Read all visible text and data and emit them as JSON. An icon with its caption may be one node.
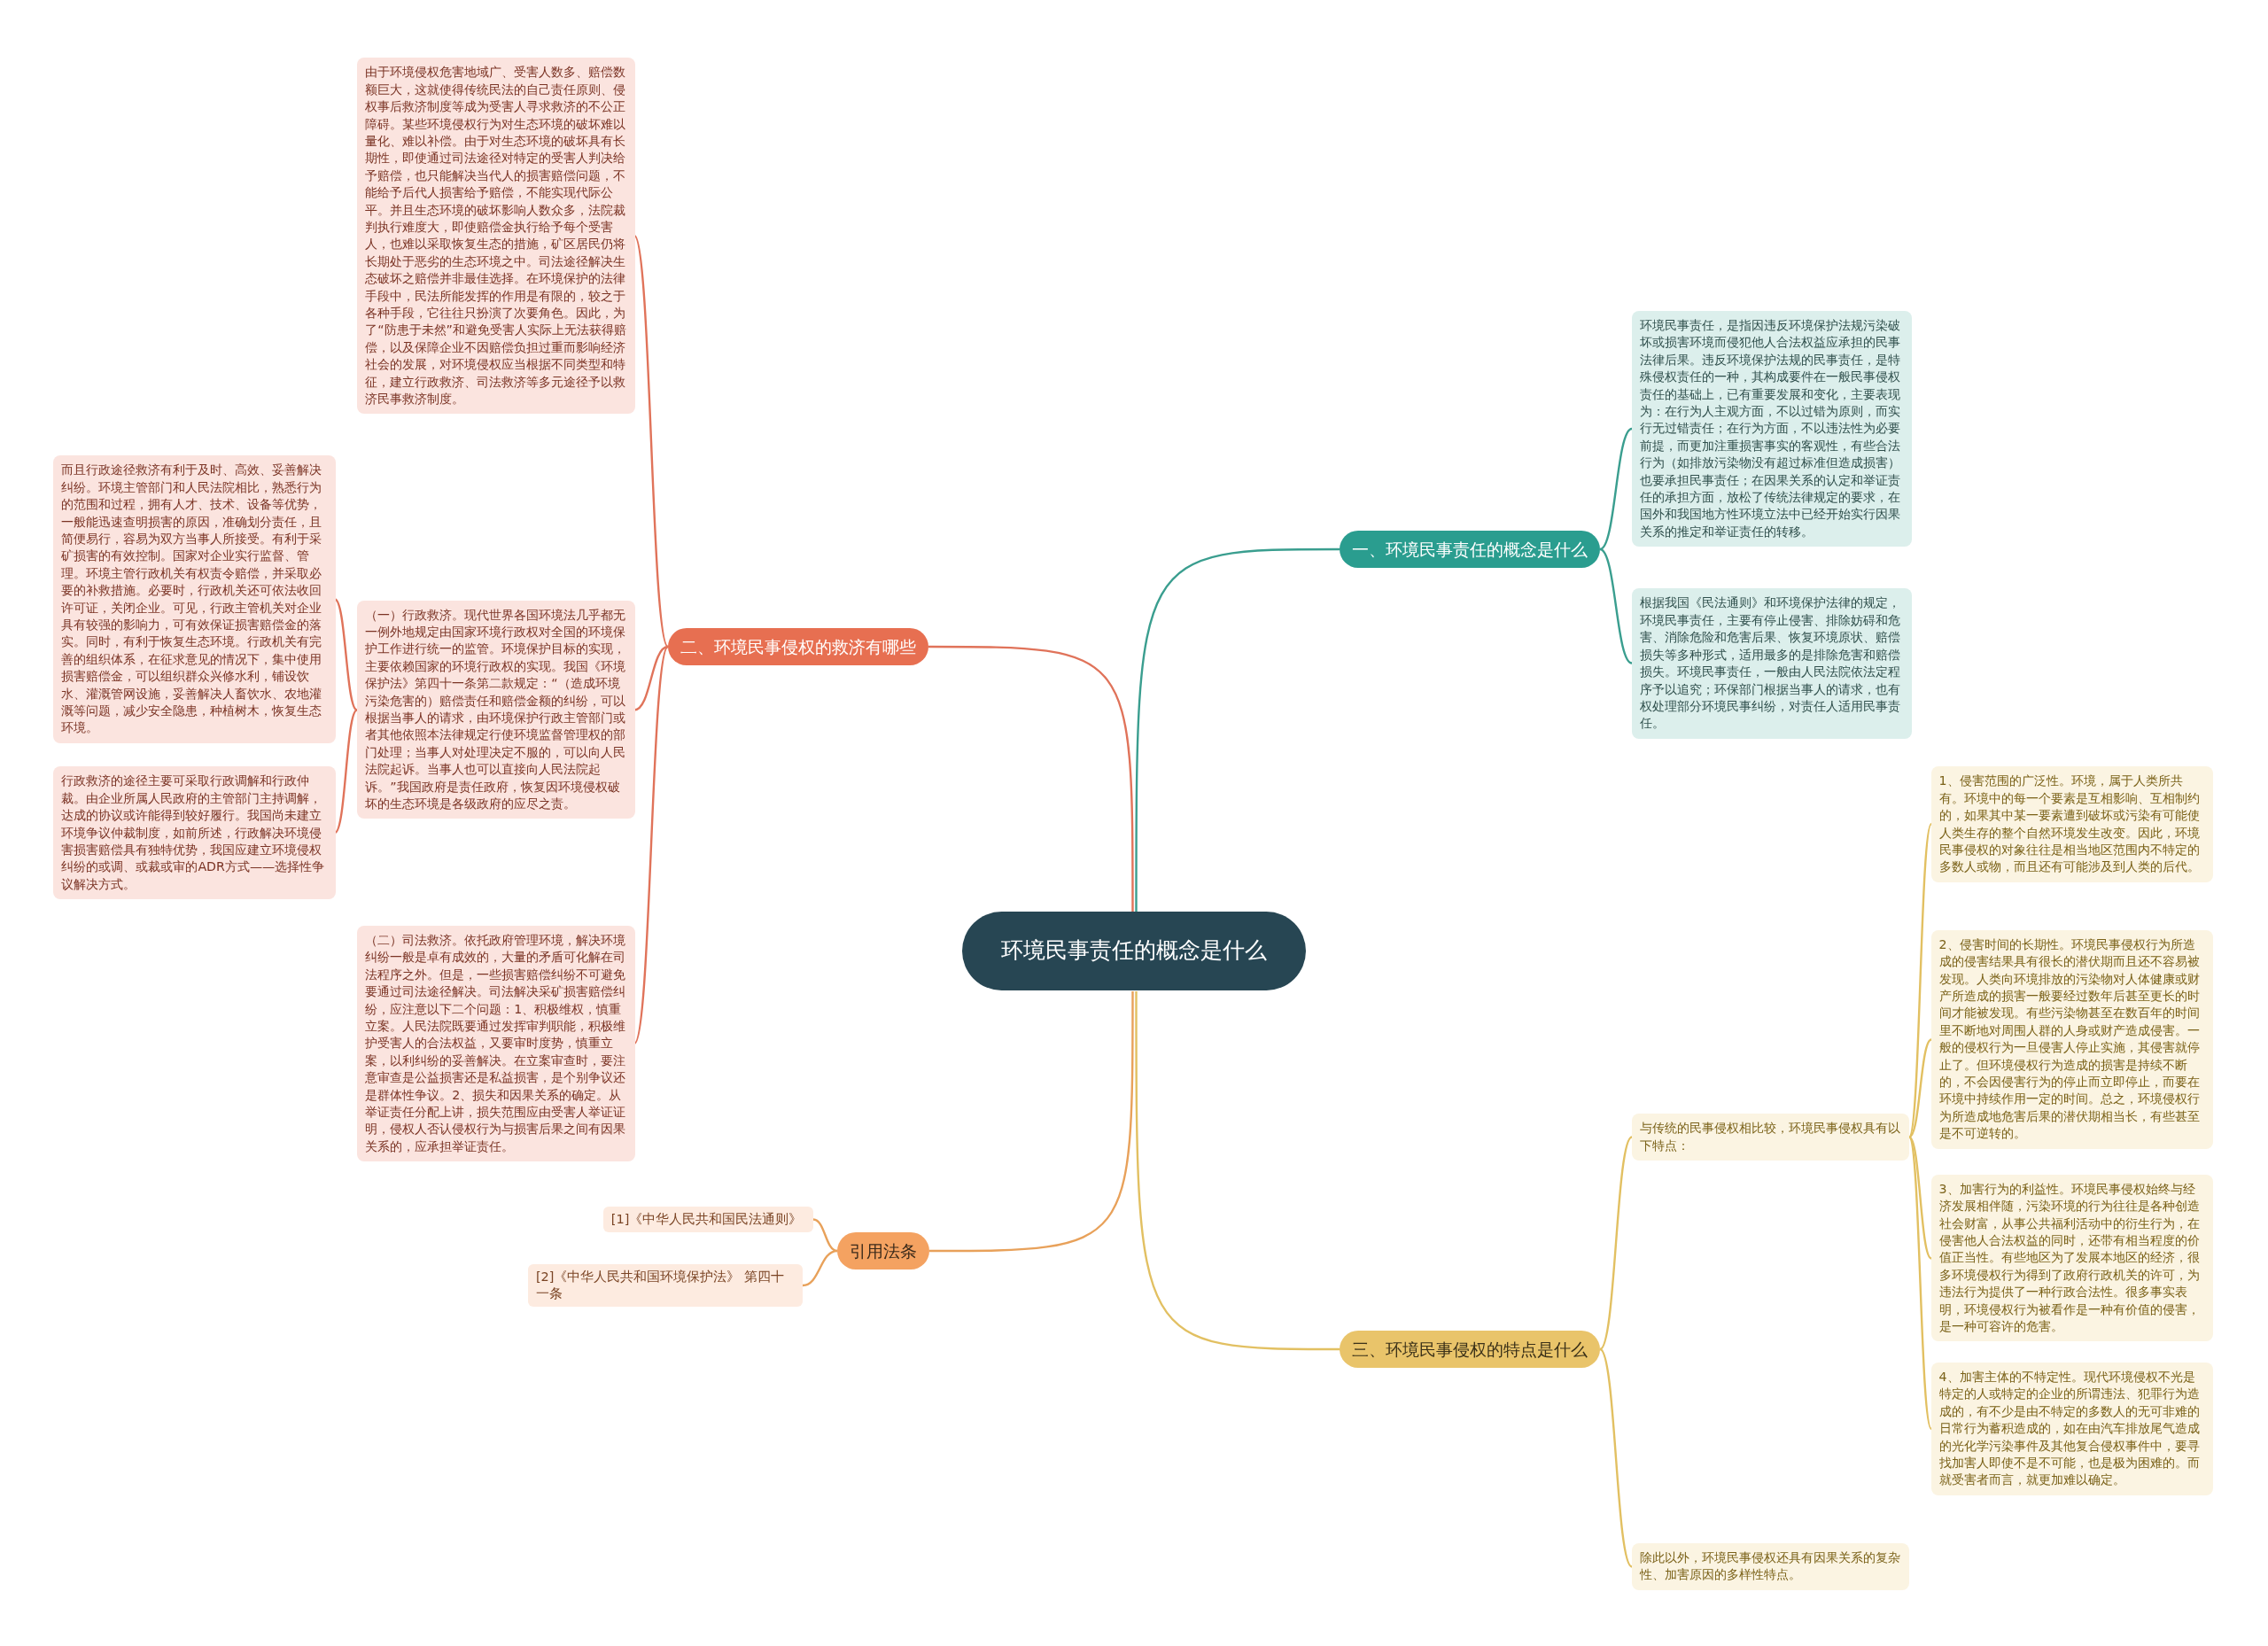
{
  "diagram": {
    "nodes": [
      {
        "text": [
          "环境民事责任的概念是什么"
        ]
      },
      {
        "text": [
          "一、环境民事责任的概念是什么"
        ]
      },
      {
        "text": [
          "环境民事责任，是指因违反环境保护法规污染破坏或损害环境而侵犯他人合法权益应承担的民事法律后果。违反环境保护法规的民事责任，是特殊侵权责任的一种，其构成要件在一般民事侵权责任的基础上，已有重要发展和变化，主要表现为：在行为人主观方面，不以过错为原则，而实行无过错责任；在行为方面，不以违法性为必要前提，而更加注重损害事实的客观性，有些合法行为（如排放污染物没有超过标准但造成损害）也要承担民事责任；在因果关系的认定和举证责任的承担方面，放松了传统法律规定的要求，在国外和我国地方性环境立法中已经开始实行因果关系的推定和举证责任的转移。"
        ]
      },
      {
        "text": [
          "根据我国《民法通则》和环境保护法律的规定，环境民事责任，主要有停止侵害、排除妨碍和危害、消除危险和危害后果、恢复环境原状、赔偿损失等多种形式，适用最多的是排除危害和赔偿损失。环境民事责任，一般由人民法院依法定程序予以追究；环保部门根据当事人的请求，也有权处理部分环境民事纠纷，对责任人适用民事责任。"
        ]
      },
      {
        "text": [
          "二、环境民事侵权的救济有哪些"
        ]
      },
      {
        "text": [
          "由于环境侵权危害地域广、受害人数多、赔偿数额巨大，这就使得传统民法的自己责任原则、侵权事后救济制度等成为受害人寻求救济的不公正障碍。某些环境侵权行为对生态环境的破坏难以量化、难以补偿。由于对生态环境的破坏具有长期性，即使通过司法途径对特定的受害人判决给予赔偿，也只能解决当代人的损害赔偿问题，不能给予后代人损害给予赔偿，不能实现代际公平。并且生态环境的破坏影响人数众多，法院裁判执行难度大，即使赔偿金执行给予每个受害人，也难以采取恢复生态的措施，矿区居民仍将长期处于恶劣的生态环境之中。司法途径解决生态破坏之赔偿并非最佳选择。在环境保护的法律手段中，民法所能发挥的作用是有限的，较之于各种手段，它往往只扮演了次要角色。因此，为了“防患于未然”和避免受害人实际上无法获得赔偿，以及保障企业不因赔偿负担过重而影响经济社会的发展，对环境侵权应当根据不同类型和特征，建立行政救济、司法救济等多元途径予以救济民事救济制度。"
        ]
      },
      {
        "text": [
          "（一）行政救济。现代世界各国环境法几乎都无一例外地规定由国家环境行政权对全国的环境保护工作进行统一的监管。环境保护目标的实现，主要依赖国家的环境行政权的实现。我国《环境保护法》第四十一条第二款规定：“（造成环境污染危害的）赔偿责任和赔偿金额的纠纷，可以根据当事人的请求，由环境保护行政主管部门或者其他依照本法律规定行使环境监督管理权的部门处理；当事人对处理决定不服的，可以向人民法院起诉。当事人也可以直接向人民法院起诉。”我国政府是责任政府，恢复因环境侵权破坏的生态环境是各级政府的应尽之责。"
        ]
      },
      {
        "text": [
          "而且行政途径救济有利于及时、高效、妥善解决纠纷。环境主管部门和人民法院相比，熟悉行为的范围和过程，拥有人才、技术、设备等优势，一般能迅速查明损害的原因，准确划分责任，且简便易行，容易为双方当事人所接受。有利于采矿损害的有效控制。国家对企业实行监督、管理。环境主管行政机关有权责令赔偿，并采取必要的补救措施。必要时，行政机关还可依法收回许可证，关闭企业。可见，行政主管机关对企业具有较强的影响力，可有效保证损害赔偿金的落实。同时，有利于恢复生态环境。行政机关有完善的组织体系，在征求意见的情况下，集中使用损害赔偿金，可以组织群众兴修水利，铺设饮水、灌溉管网设施，妥善解决人畜饮水、农地灌溉等问题，减少安全隐患，种植树木，恢复生态环境。"
        ]
      },
      {
        "text": [
          "行政救济的途径主要可采取行政调解和行政仲裁。由企业所属人民政府的主管部门主持调解，达成的协议或许能得到较好履行。我国尚未建立环境争议仲裁制度，如前所述，行政解决环境侵害损害赔偿具有独特优势，我国应建立环境侵权纠纷的或调、或裁或审的ADR方式——选择性争议解决方式。"
        ]
      },
      {
        "text": [
          "（二）司法救济。依托政府管理环境，解决环境纠纷一般是卓有成效的，大量的矛盾可化解在司法程序之外。但是，一些损害赔偿纠纷不可避免要通过司法途径解决。司法解决采矿损害赔偿纠纷，应注意以下二个问题：1、积极维权，慎重立案。人民法院既要通过发挥审判职能，积极维护受害人的合法权益，又要审时度势，慎重立案，以利纠纷的妥善解决。在立案审查时，要注意审查是公益损害还是私益损害，是个别争议还是群体性争议。2、损失和因果关系的确定。从举证责任分配上讲，损失范围应由受害人举证证明，侵权人否认侵权行为与损害后果之间有因果关系的，应承担举证责任。"
        ]
      },
      {
        "text": [
          "引用法条"
        ]
      },
      {
        "text": [
          "[1]《中华人民共和国民法通则》"
        ]
      },
      {
        "text": [
          "[2]《中华人民共和国环境保护法》 第四十一条"
        ]
      },
      {
        "text": [
          "三、环境民事侵权的特点是什么"
        ]
      },
      {
        "text": [
          "与传统的民事侵权相比较，环境民事侵权具有以下特点："
        ]
      },
      {
        "text": [
          "1、侵害范围的广泛性。环境，属于人类所共有。环境中的每一个要素是互相影响、互相制约的，如果其中某一要素遭到破坏或污染有可能使人类生存的整个自然环境发生改变。因此，环境民事侵权的对象往往是相当地区范围内不特定的多数人或物，而且还有可能涉及到人类的后代。"
        ]
      },
      {
        "text": [
          "2、侵害时间的长期性。环境民事侵权行为所造成的侵害结果具有很长的潜伏期而且还不容易被发现。人类向环境排放的污染物对人体健康或财产所造成的损害一般要经过数年后甚至更长的时间才能被发现。有些污染物甚至在数百年的时间里不断地对周围人群的人身或财产造成侵害。一般的侵权行为一旦侵害人停止实施，其侵害就停止了。但环境侵权行为造成的损害是持续不断的，不会因侵害行为的停止而立即停止，而要在环境中持续作用一定的时间。总之，环境侵权行为所造成地危害后果的潜伏期相当长，有些甚至是不可逆转的。"
        ]
      },
      {
        "text": [
          "3、加害行为的利益性。环境民事侵权始终与经济发展相伴随，污染环境的行为往往是各种创造社会财富，从事公共福利活动中的衍生行为，在侵害他人合法权益的同时，还带有相当程度的价值正当性。有些地区为了发展本地区的经济，很多环境侵权行为得到了政府行政机关的许可，为违法行为提供了一种行政合法性。很多事实表明，环境侵权行为被看作是一种有价值的侵害，是一种可容许的危害。"
        ]
      },
      {
        "text": [
          "4、加害主体的不特定性。现代环境侵权不光是特定的人或特定的企业的所谓违法、犯罪行为造成的，有不少是由不特定的多数人的无可非难的日常行为蓄积造成的，如在由汽车排放尾气造成的光化学污染事件及其他复合侵权事件中，要寻找加害人即使不是不可能，也是极为困难的。而就受害者而言，就更加难以确定。"
        ]
      },
      {
        "text": [
          "除此以外，环境民事侵权还具有因果关系的复杂性、加害原因的多样性特点。"
        ]
      }
    ],
    "edges": [
      {
        "from": 0,
        "to": 1,
        "arrow": "none",
        "color": "#3a9e8f"
      },
      {
        "from": 1,
        "to": 2,
        "arrow": "none",
        "color": "#3a9e8f"
      },
      {
        "from": 1,
        "to": 3,
        "arrow": "none",
        "color": "#3a9e8f"
      },
      {
        "from": 0,
        "to": 4,
        "arrow": "none",
        "color": "#e0735a"
      },
      {
        "from": 4,
        "to": 5,
        "arrow": "none",
        "color": "#e0735a"
      },
      {
        "from": 4,
        "to": 6,
        "arrow": "none",
        "color": "#e0735a"
      },
      {
        "from": 6,
        "to": 7,
        "arrow": "none",
        "color": "#e0735a"
      },
      {
        "from": 6,
        "to": 8,
        "arrow": "none",
        "color": "#e0735a"
      },
      {
        "from": 4,
        "to": 9,
        "arrow": "none",
        "color": "#e0735a"
      },
      {
        "from": 0,
        "to": 10,
        "arrow": "none",
        "color": "#e8a15a"
      },
      {
        "from": 10,
        "to": 11,
        "arrow": "none",
        "color": "#e8a15a"
      },
      {
        "from": 10,
        "to": 12,
        "arrow": "none",
        "color": "#e8a15a"
      },
      {
        "from": 0,
        "to": 13,
        "arrow": "none"
      },
      {
        "from": 13,
        "to": 14,
        "arrow": "none"
      },
      {
        "from": 14,
        "to": 15,
        "arrow": "none"
      },
      {
        "from": 14,
        "to": 16,
        "arrow": "none"
      },
      {
        "from": 14,
        "to": 17,
        "arrow": "none"
      },
      {
        "from": 14,
        "to": 18,
        "arrow": "none"
      },
      {
        "from": 13,
        "to": 19,
        "arrow": "none"
      }
    ]
  }
}
